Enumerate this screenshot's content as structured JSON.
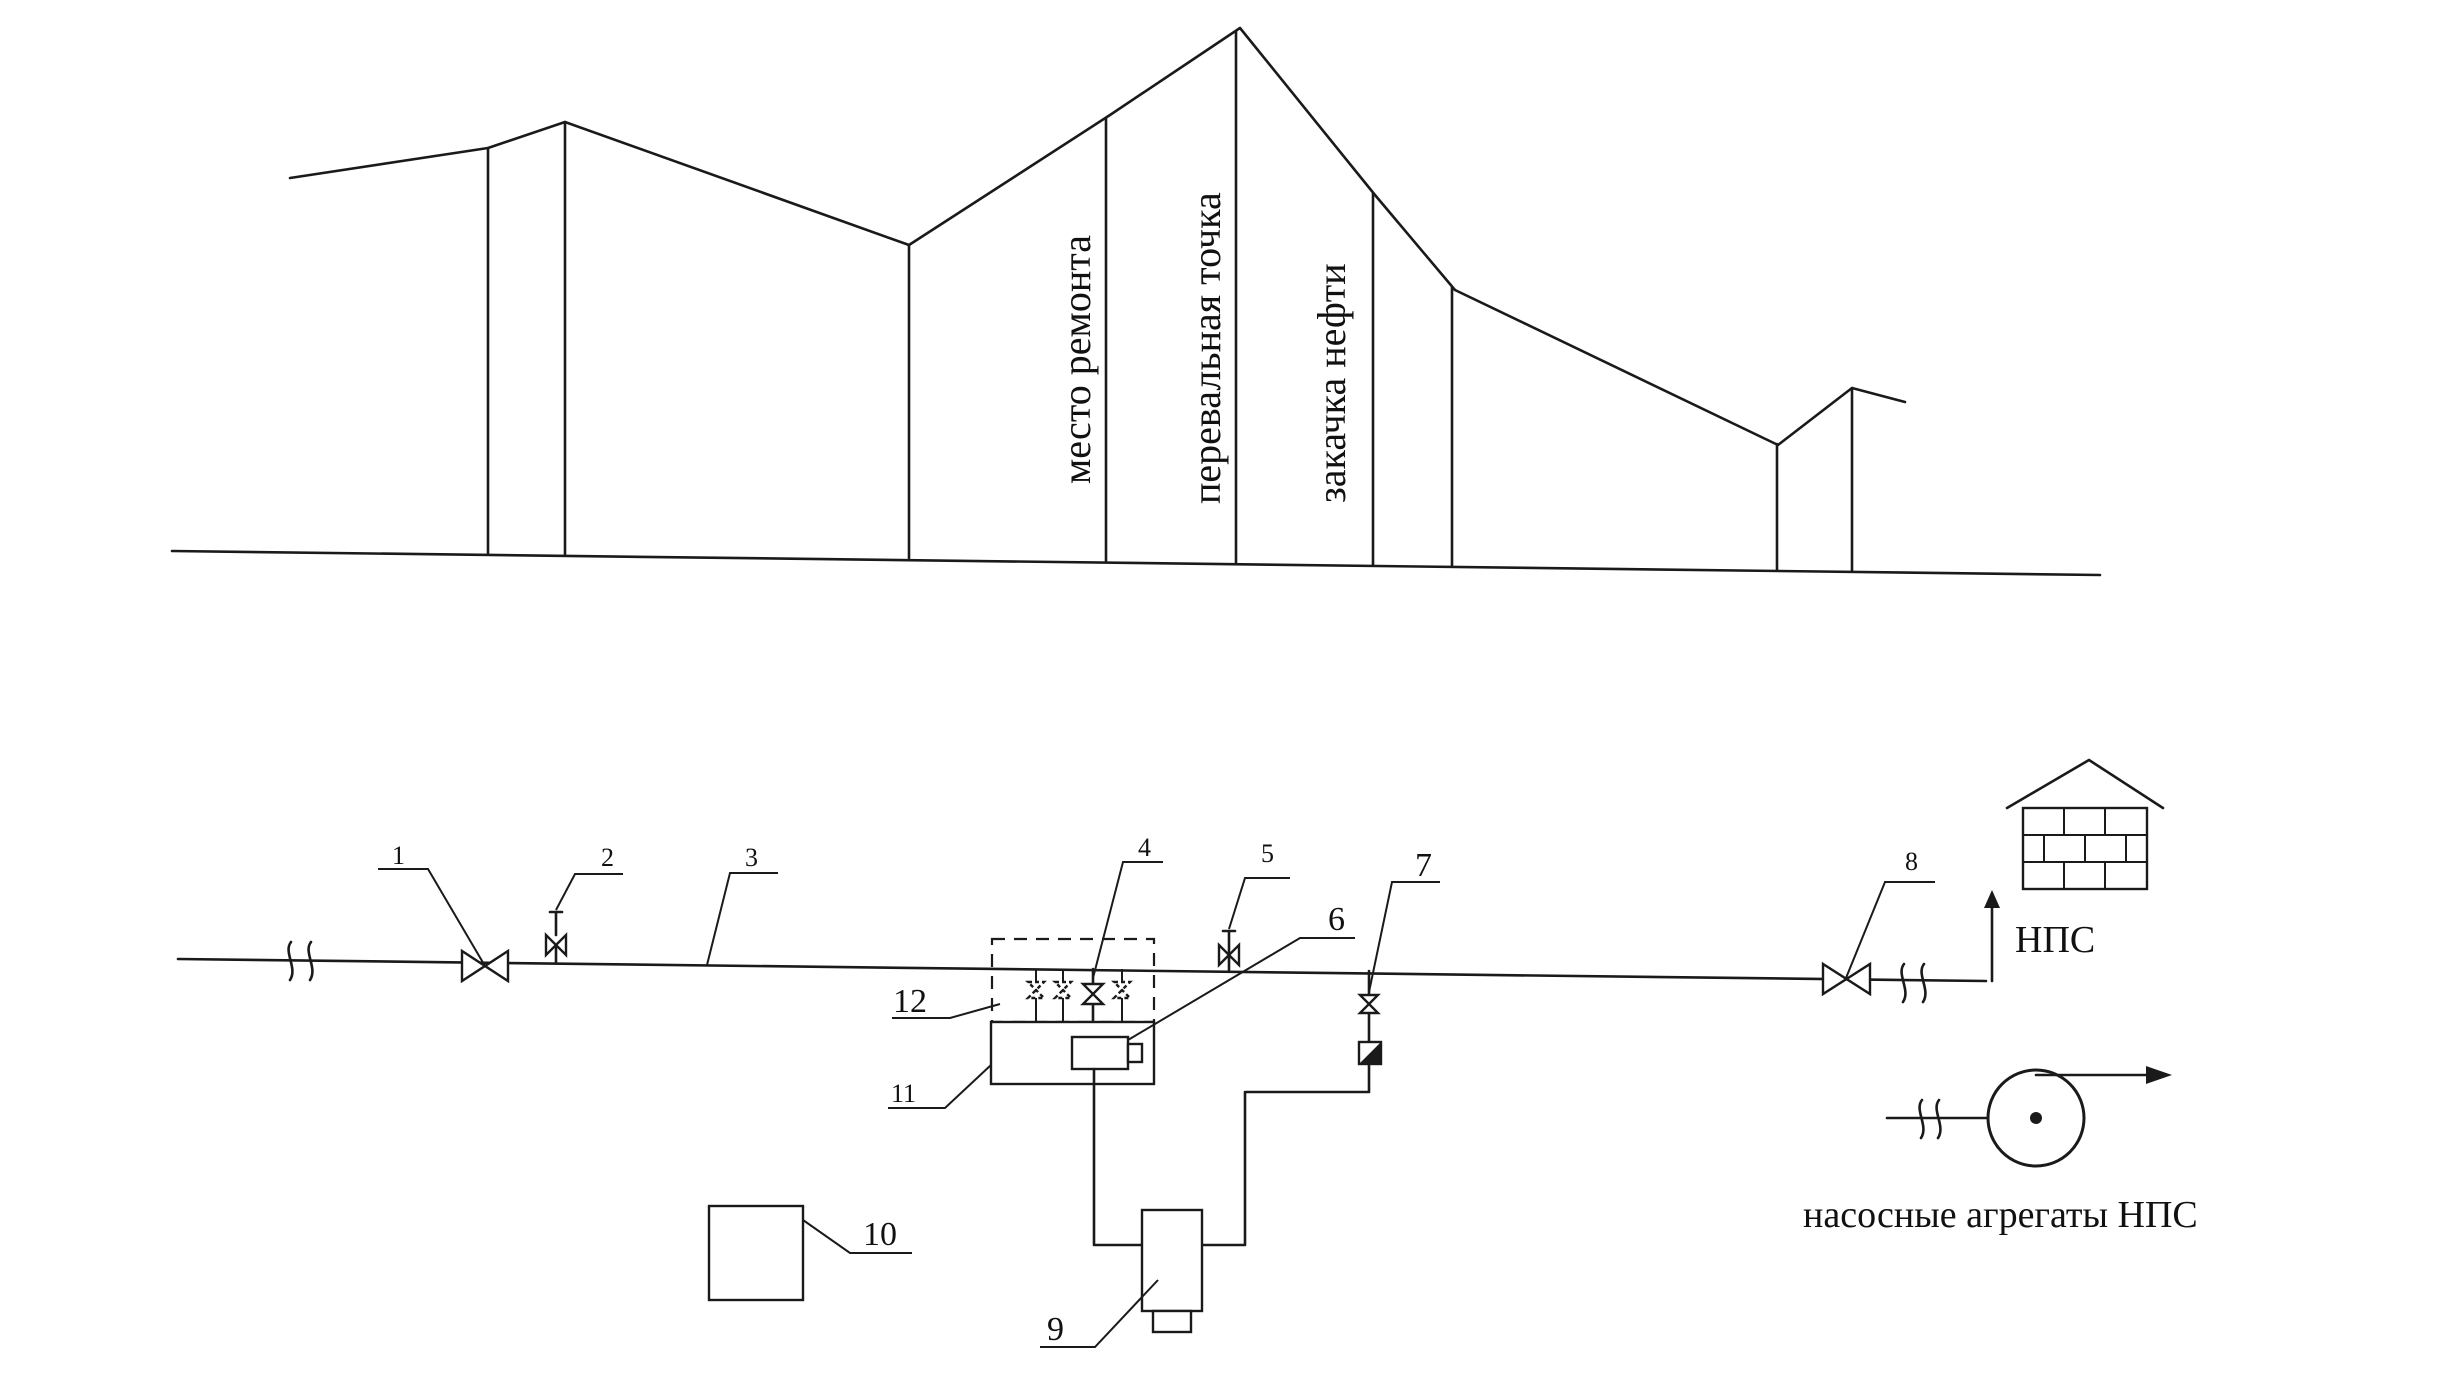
{
  "profile": {
    "labels": {
      "repair_site": "место ремонта",
      "pass_point": "перевальная точка",
      "oil_injection": "закачка нефти"
    }
  },
  "scheme": {
    "callouts": {
      "n1": "1",
      "n2": "2",
      "n3": "3",
      "n4": "4",
      "n5": "5",
      "n6": "6",
      "n7": "7",
      "n8": "8",
      "n9": "9",
      "n10": "10",
      "n11": "11",
      "n12": "12"
    },
    "station_label": "НПС",
    "pump_units_label": "насосные агрегаты НПС"
  }
}
